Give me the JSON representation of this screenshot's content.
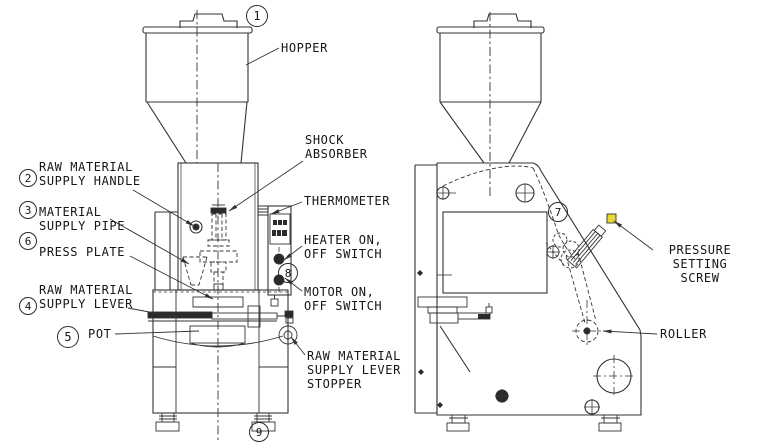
{
  "colors": {
    "line": "#333333",
    "text": "#161616",
    "background": "#ffffff",
    "highlight_grip": "#e8d832"
  },
  "labels": {
    "hopper": "HOPPER",
    "shock_absorber": "SHOCK\nABSORBER",
    "thermometer": "THERMOMETER",
    "heater_switch": "HEATER ON,\nOFF SWITCH",
    "motor_switch": "MOTOR ON,\nOFF SWITCH",
    "raw_material_supply_handle": "RAW MATERIAL\nSUPPLY HANDLE",
    "material_supply_pipe": "MATERIAL\nSUPPLY PIPE",
    "press_plate": "PRESS PLATE",
    "raw_material_supply_lever": "RAW MATERIAL\nSUPPLY LEVER",
    "pot": "POT",
    "raw_material_supply_lever_stopper": "RAW MATERIAL\nSUPPLY LEVER\nSTOPPER",
    "pressure_setting_screw": "PRESSURE\nSETTING\nSCREW",
    "roller": "ROLLER"
  },
  "callouts": {
    "c1": "1",
    "c2": "2",
    "c3": "3",
    "c4": "4",
    "c5": "5",
    "c6": "6",
    "c7": "7",
    "c8": "8",
    "c9": "9"
  }
}
